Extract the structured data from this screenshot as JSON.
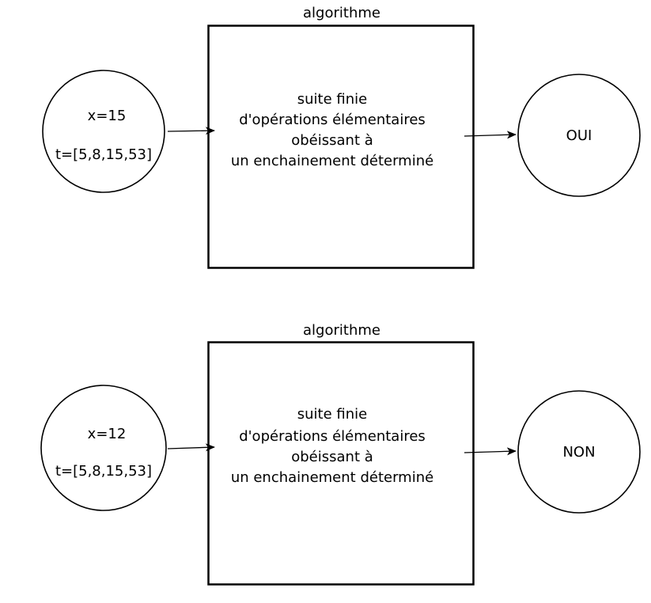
{
  "diagrams": [
    {
      "title": "algorithme",
      "input": {
        "x": "x=15",
        "t": "t=[5,8,15,53]"
      },
      "box_lines": [
        "suite finie",
        "d'opérations élémentaires",
        "obéissant à",
        "un enchainement déterminé"
      ],
      "output": "OUI"
    },
    {
      "title": "algorithme",
      "input": {
        "x": "x=12",
        "t": "t=[5,8,15,53]"
      },
      "box_lines": [
        "suite finie",
        "d'opérations élémentaires",
        "obéissant à",
        "un enchainement déterminé"
      ],
      "output": "NON"
    }
  ]
}
